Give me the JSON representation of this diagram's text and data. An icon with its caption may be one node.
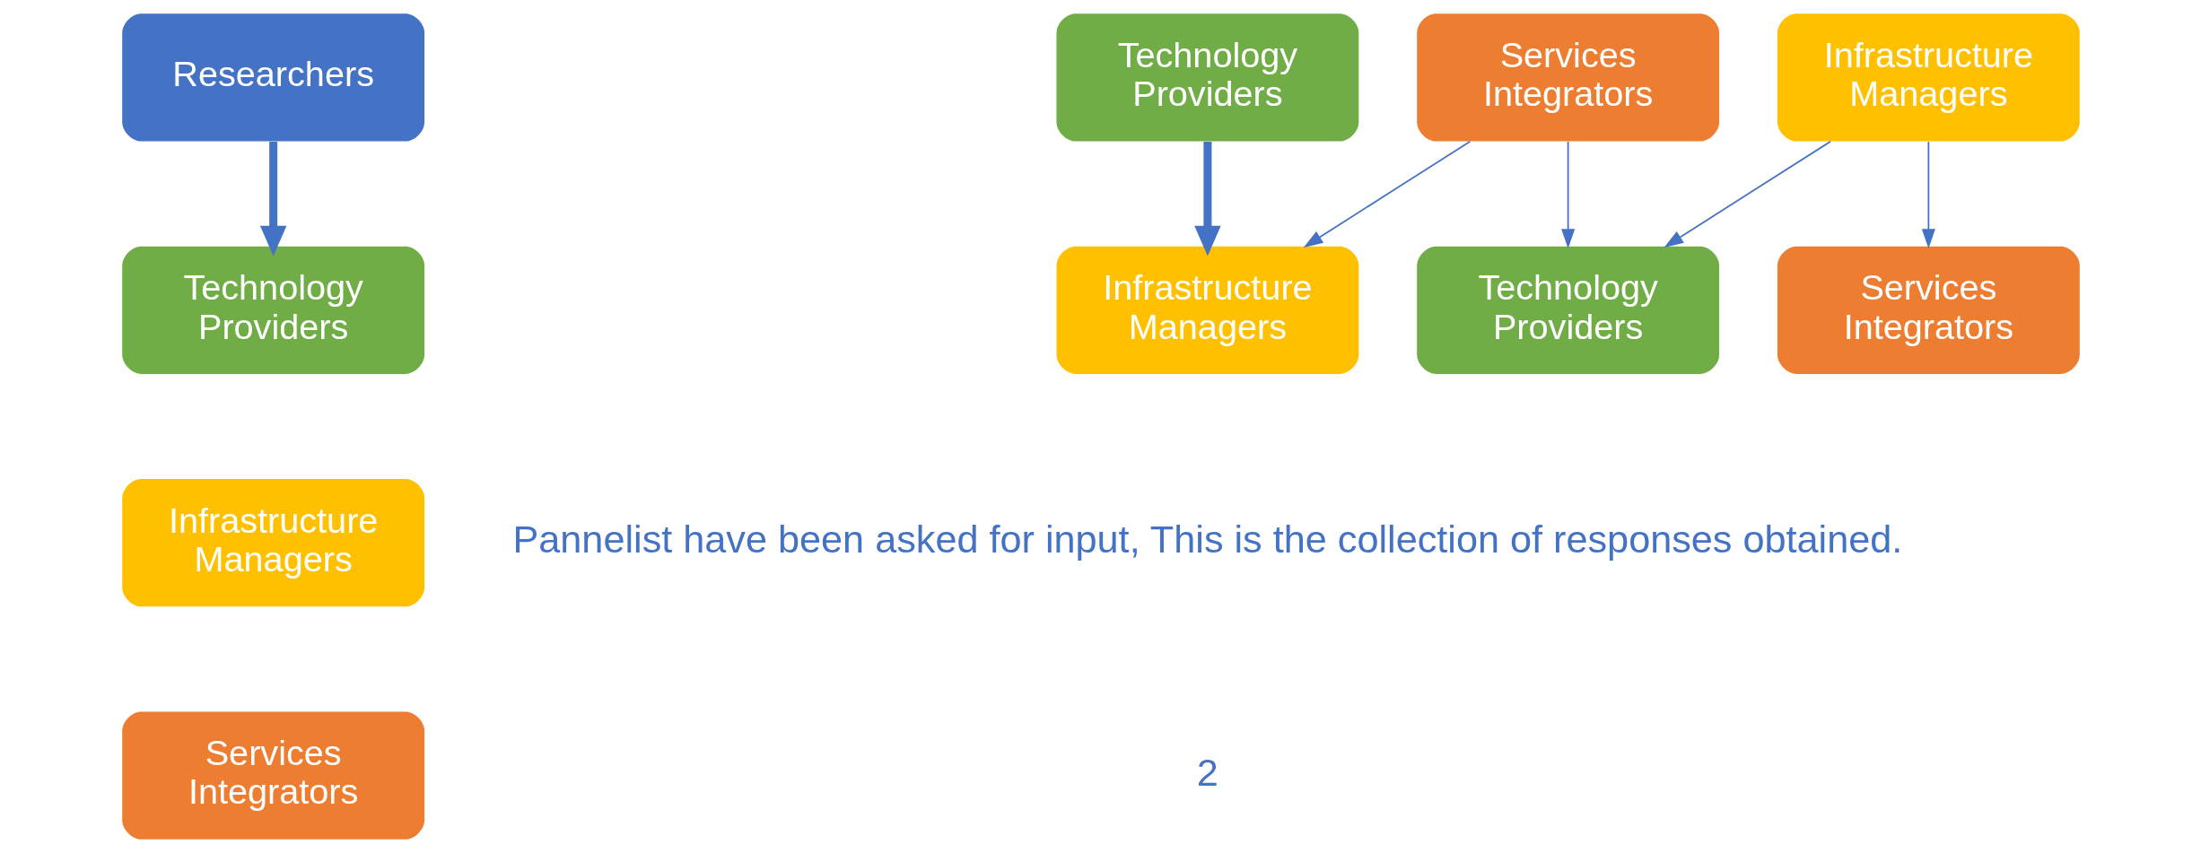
{
  "diagram": {
    "nodes": [
      {
        "text": [
          "Researchers"
        ]
      },
      {
        "text": [
          "Technology Providers"
        ]
      },
      {
        "text": [
          "Services Integrators"
        ]
      },
      {
        "text": [
          "Infrastructure Managers"
        ]
      },
      {
        "text": [
          "Technology Providers"
        ]
      },
      {
        "text": [
          "Infrastructure Managers"
        ]
      },
      {
        "text": [
          "Services Integrators"
        ]
      },
      {
        "text": [
          "Infrastructure Managers"
        ]
      },
      {
        "text": [
          "Technology Providers"
        ]
      },
      {
        "text": [
          "Services Integrators"
        ]
      }
    ],
    "edges": [
      {
        "from": 0,
        "to": 4,
        "arrow": "to",
        "style": "thick"
      },
      {
        "from": 1,
        "to": 7,
        "arrow": "to",
        "style": "thick"
      },
      {
        "from": 2,
        "to": 7,
        "arrow": "to"
      },
      {
        "from": 2,
        "to": 8,
        "arrow": "to"
      },
      {
        "from": 3,
        "to": 8,
        "arrow": "to"
      },
      {
        "from": 3,
        "to": 9,
        "arrow": "to"
      }
    ],
    "labels": [
      "Pannelist have been asked for input, This is the collection of responses obtained.",
      "2"
    ]
  }
}
